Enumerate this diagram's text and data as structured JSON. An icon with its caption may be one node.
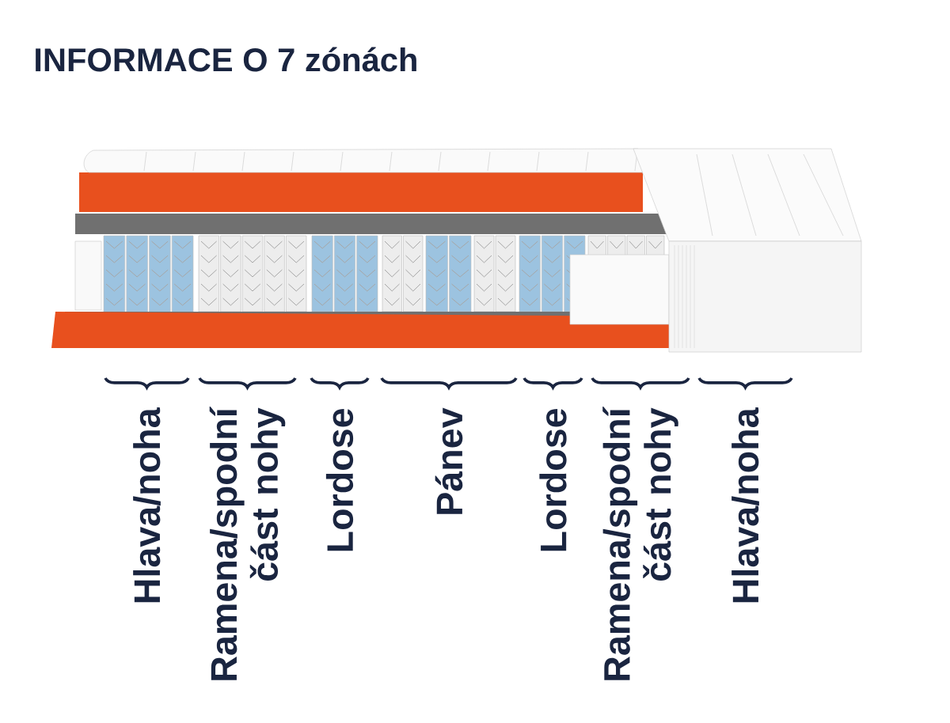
{
  "diagram": {
    "title": "INFORMACE O 7 zónách",
    "labels": [
      "Hlava/noha",
      "Ramena/spodní část nohy",
      "Lordose",
      "Pánev",
      "Lordose",
      "Ramena/spodní část nohy",
      "Hlava/noha"
    ]
  }
}
